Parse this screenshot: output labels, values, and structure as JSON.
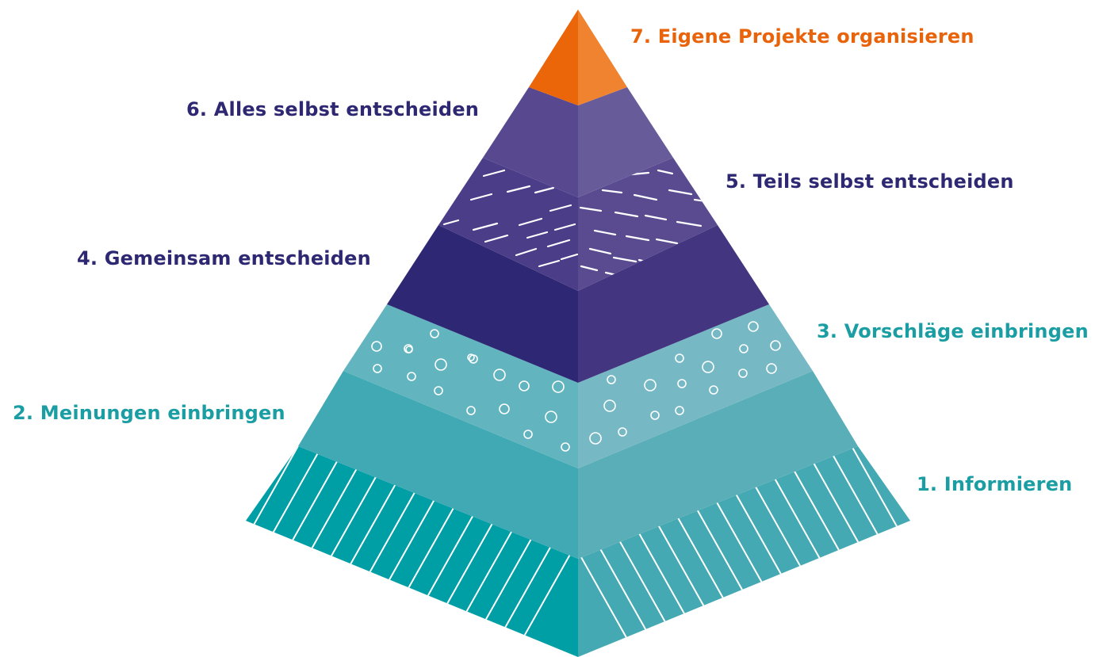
{
  "levels": [
    {
      "number": 1,
      "label": "1. Informieren",
      "color": "#1a9ea3"
    },
    {
      "number": 2,
      "label": "2. Meinungen einbringen",
      "color": "#1a9ea3"
    },
    {
      "number": 3,
      "label": "3. Vorschläge einbringen",
      "color": "#1a9ea3"
    },
    {
      "number": 4,
      "label": "4. Gemeinsam entscheiden",
      "color": "#2e2873"
    },
    {
      "number": 5,
      "label": "5. Teils selbst entscheiden",
      "color": "#2e2873"
    },
    {
      "number": 6,
      "label": "6. Alles selbst entscheiden",
      "color": "#2e2873"
    },
    {
      "number": 7,
      "label": "7. Eigene Projekte organisieren",
      "color": "#e8630a"
    }
  ],
  "colors": {
    "teal_dark_left": "#009ea5",
    "teal_dark_right": "#45a9b3",
    "teal_mid_left": "#40a9b4",
    "teal_mid_right": "#5aaeb7",
    "teal_light_left": "#62b5bf",
    "teal_light_right": "#76b9c4",
    "indigo_left": "#2e2874",
    "indigo_right": "#433580",
    "violet_pattern_left": "#4b3d88",
    "violet_pattern_right": "#5a4b91",
    "violet_left": "#584890",
    "violet_right": "#685b9a",
    "orange_left": "#ea6609",
    "orange_right": "#f08330"
  }
}
